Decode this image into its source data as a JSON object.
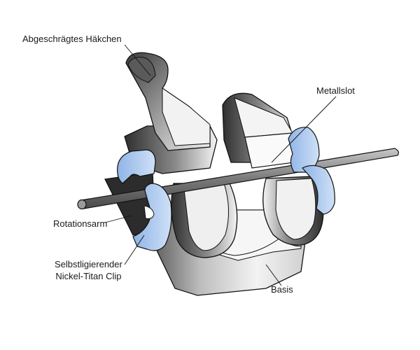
{
  "labels": {
    "hook": "Abgeschrägtes Häkchen",
    "metal_slot": "Metallslot",
    "rotation_arm": "Rotationsarm",
    "clip_line1": "Selbstligierender",
    "clip_line2": "Nickel-Titan Clip",
    "base": "Basis"
  },
  "colors": {
    "metal_light": "#f2f2f2",
    "metal_dark": "#3a3a3a",
    "clip_blue": "#a9c8ee",
    "clip_blue_light": "#d3e4f8",
    "outline": "#111111"
  }
}
